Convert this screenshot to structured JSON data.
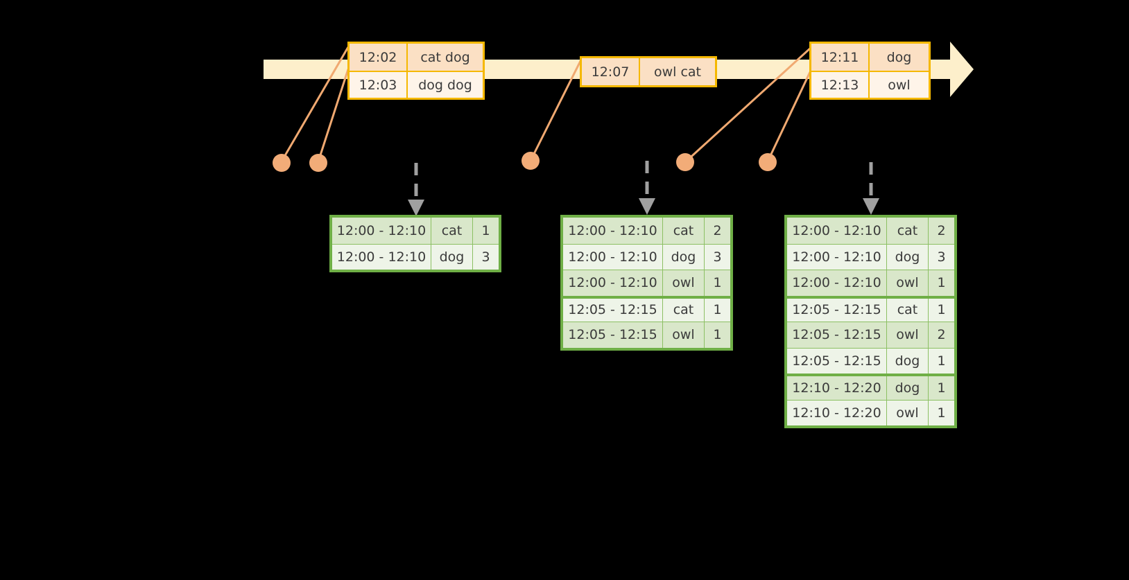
{
  "colors": {
    "background": "#000000",
    "timeline_bar": "#FDEFCB",
    "event_border": "#F5B800",
    "event_fill_shade": "#FBE0C4",
    "event_fill_plain": "#FEF4E9",
    "connector": "#F0A971",
    "dot": "#F2AC78",
    "table_border": "#6FAF46",
    "table_grid": "#8CC063",
    "table_fill_shade": "#D9E7CA",
    "table_fill_plain": "#EEF4E8",
    "dashed_arrow": "#A0A0A0",
    "text": "#3a3a3a"
  },
  "timeline": {
    "name": "event-stream-timeline",
    "events": [
      {
        "id": "group-1",
        "rows": [
          {
            "time": "12:02",
            "words": "cat dog"
          },
          {
            "time": "12:03",
            "words": "dog dog"
          }
        ]
      },
      {
        "id": "group-2",
        "rows": [
          {
            "time": "12:07",
            "words": "owl cat"
          }
        ]
      },
      {
        "id": "group-3",
        "rows": [
          {
            "time": "12:11",
            "words": "dog"
          },
          {
            "time": "12:13",
            "words": "owl"
          }
        ]
      }
    ]
  },
  "tables": [
    {
      "id": "state-table-1",
      "columns": [
        "window",
        "word",
        "count"
      ],
      "rows": [
        {
          "window": "12:00 - 12:10",
          "word": "cat",
          "count": "1",
          "group": 0
        },
        {
          "window": "12:00 - 12:10",
          "word": "dog",
          "count": "3",
          "group": 0
        }
      ]
    },
    {
      "id": "state-table-2",
      "columns": [
        "window",
        "word",
        "count"
      ],
      "rows": [
        {
          "window": "12:00 - 12:10",
          "word": "cat",
          "count": "2",
          "group": 0
        },
        {
          "window": "12:00 - 12:10",
          "word": "dog",
          "count": "3",
          "group": 0
        },
        {
          "window": "12:00 - 12:10",
          "word": "owl",
          "count": "1",
          "group": 0
        },
        {
          "window": "12:05 - 12:15",
          "word": "cat",
          "count": "1",
          "group": 1
        },
        {
          "window": "12:05 - 12:15",
          "word": "owl",
          "count": "1",
          "group": 1
        }
      ]
    },
    {
      "id": "state-table-3",
      "columns": [
        "window",
        "word",
        "count"
      ],
      "rows": [
        {
          "window": "12:00 - 12:10",
          "word": "cat",
          "count": "2",
          "group": 0
        },
        {
          "window": "12:00 - 12:10",
          "word": "dog",
          "count": "3",
          "group": 0
        },
        {
          "window": "12:00 - 12:10",
          "word": "owl",
          "count": "1",
          "group": 0
        },
        {
          "window": "12:05 - 12:15",
          "word": "cat",
          "count": "1",
          "group": 1
        },
        {
          "window": "12:05 - 12:15",
          "word": "owl",
          "count": "2",
          "group": 1
        },
        {
          "window": "12:05 - 12:15",
          "word": "dog",
          "count": "1",
          "group": 1
        },
        {
          "window": "12:10 - 12:20",
          "word": "dog",
          "count": "1",
          "group": 2
        },
        {
          "window": "12:10 - 12:20",
          "word": "owl",
          "count": "1",
          "group": 2
        }
      ]
    }
  ]
}
